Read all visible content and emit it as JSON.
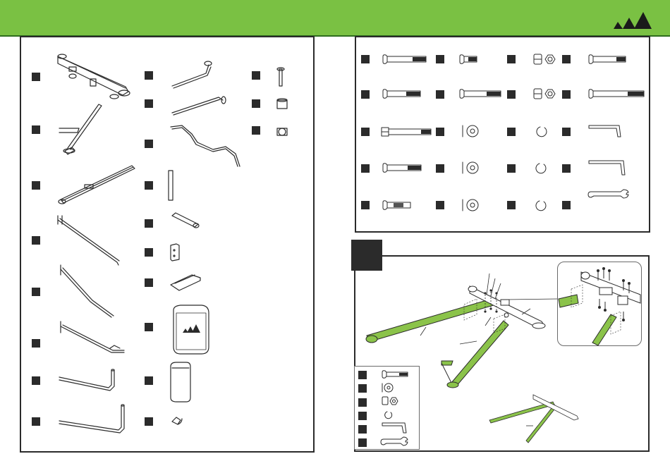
{
  "colors": {
    "header": "#7ac143",
    "accent_green": "#8bc34a",
    "line": "#2b2b2b",
    "marker": "#2b2b2b"
  },
  "header": {
    "logo_icon": "adidas-performance-logo-icon"
  },
  "parts_panel": {
    "column_1": [
      "base-frame",
      "rear-leg",
      "main-rail",
      "upright-bar-a",
      "upright-bar-b",
      "upright-bar-c",
      "bent-tube-a",
      "bent-tube-b"
    ],
    "column_2": [
      "pivot-arm-a",
      "pivot-arm-b",
      "curved-handle-bar",
      "pin-rod",
      "pad-tube",
      "bracket-plate",
      "angle-bracket",
      "back-pad",
      "seat-pad",
      "pull-pin"
    ],
    "column_3": [
      "bolt",
      "bushing",
      "end-cap"
    ]
  },
  "hardware_panel": {
    "rows": 5,
    "columns": 4,
    "wrench_label": "wrench-icon"
  },
  "step_panel": {
    "step_icon": "step-tab",
    "legend_items": [
      "bolt-icon",
      "washer-icon",
      "nut-icon",
      "lock-washer-icon",
      "hex-key-icon",
      "wrench-icon"
    ]
  }
}
